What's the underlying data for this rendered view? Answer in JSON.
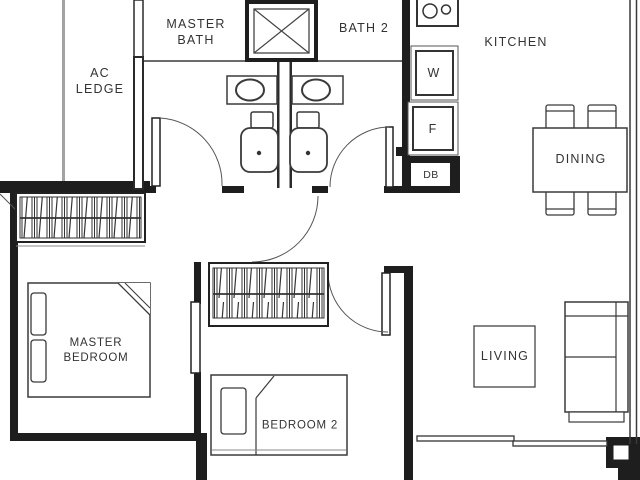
{
  "rooms": [
    {
      "id": "ac-ledge",
      "label": "AC\nLEDGE"
    },
    {
      "id": "master-bath",
      "label": "MASTER\nBATH"
    },
    {
      "id": "bath-2",
      "label": "BATH 2"
    },
    {
      "id": "kitchen",
      "label": "KITCHEN"
    },
    {
      "id": "dining",
      "label": "DINING"
    },
    {
      "id": "living",
      "label": "LIVING"
    },
    {
      "id": "master-bedroom",
      "label": "MASTER\nBEDROOM"
    },
    {
      "id": "bedroom-2",
      "label": "BEDROOM 2"
    }
  ],
  "appliances": [
    {
      "id": "washer",
      "label": "W"
    },
    {
      "id": "fridge",
      "label": "F"
    },
    {
      "id": "distribution-board",
      "label": "DB"
    }
  ],
  "colors": {
    "wall": "#1e1e1e",
    "line": "#3a3a3a",
    "ledge_line": "#a3a3a3",
    "text": "#333333",
    "bg": "#ffffff"
  }
}
